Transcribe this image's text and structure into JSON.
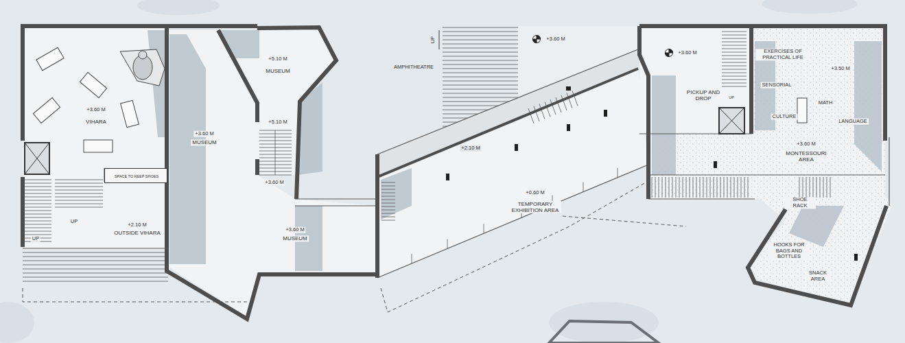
{
  "diagram": {
    "nodes": [
      {
        "text": [
          "+3.60 M",
          "VIHARA"
        ]
      },
      {
        "text": [
          "SPACE TO KEEP SHOES"
        ]
      },
      {
        "text": [
          "+2.10 M",
          "OUTSIDE VIHARA"
        ]
      },
      {
        "text": [
          "+3.60 M",
          "MUSEUM"
        ]
      },
      {
        "text": [
          "+5.10 M",
          "MUSEUM"
        ]
      },
      {
        "text": [
          "+3.60 M",
          "MUSEUM"
        ]
      },
      {
        "text": [
          "+0.60 M",
          "TEMPORARY EXHIBITION AREA"
        ]
      },
      {
        "text": [
          "+3.60 M",
          "PICKUP AND DROP"
        ]
      },
      {
        "text": [
          "+3.60 M",
          "MONTESSOURI AREA"
        ]
      },
      {
        "text": [
          "HOOKS FOR BAGS AND BOTTLES",
          "SNACK AREA"
        ]
      }
    ],
    "labels": [
      "UP",
      "UP",
      "+5.10 M",
      "+3.60 M",
      "AMPHITHEATRE",
      "UP",
      "+3.60 M",
      "+2.10 M",
      "UP",
      "EXERCISES OF PRACTICAL LIFE",
      "+3.50 M",
      "SENSORIAL",
      "CULTURE",
      "MATH",
      "LANGUAGE",
      "SHOE RACK"
    ]
  }
}
